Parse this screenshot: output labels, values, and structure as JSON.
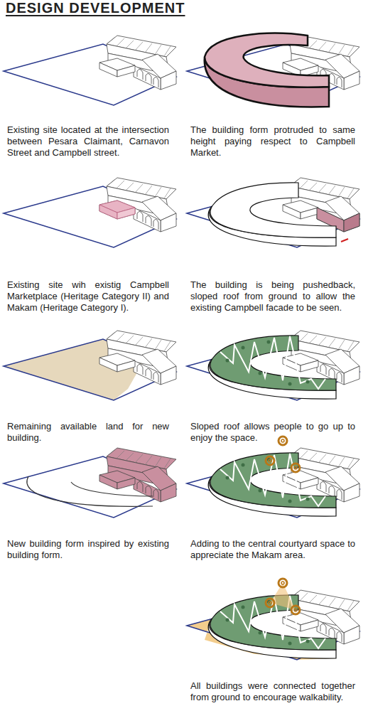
{
  "diagram": {
    "title": "DESIGN DEVELOPMENT",
    "labels": [
      "Existing site located at the intersection between Pesara Claimant, Carnavon Street and Campbell street.",
      "The building form protruded to same height paying respect to Campbell Market.",
      "Existing site wih existig Campbell Marketplace (Heritage Category II) and Makam (Heritage Category I).",
      "The building is being pushedback, sloped roof from ground to allow the existing Campbell facade to be seen.",
      "Remaining available land for new building.",
      "Sloped roof allows people to go up to enjoy the space.",
      "New building form inspired by existing building form.",
      "Adding to the central courtyard space to appreciate the Makam area.",
      "All buildings were connected together from ground to encourage walkability."
    ]
  }
}
